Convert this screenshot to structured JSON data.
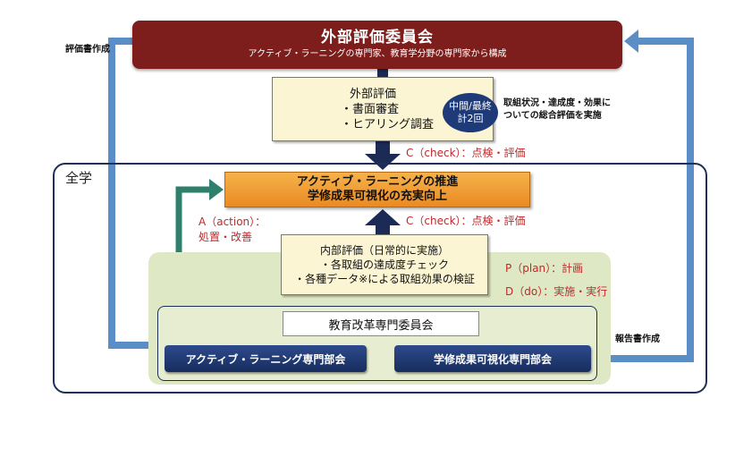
{
  "external_committee": {
    "title": "外部評価委員会",
    "subtitle": "アクティブ・ラーニングの専門家、教育学分野の専門家から構成"
  },
  "external_evaluation": {
    "title": "外部評価",
    "items": [
      "・書面審査",
      "・ヒアリング調査"
    ]
  },
  "mid_final_badge": {
    "line1": "中間/最終",
    "line2": "計2回"
  },
  "overall_eval_note": {
    "line1": "取組状況・達成度・効果に",
    "line2": "ついての総合評価を実施"
  },
  "evaluation_report_label": "評価書作成",
  "report_label": "報告書作成",
  "check_label_top": "C（check）：点検・評価",
  "check_label_mid": "C（check）：点検・評価",
  "whole_university_label": "全学",
  "goal_box": {
    "line1": "アクティブ・ラーニングの推進",
    "line2": "学修成果可視化の充実向上"
  },
  "action_label": {
    "line1": "A（action）：",
    "line2": "処置・改善"
  },
  "internal_evaluation": {
    "title": "内部評価（日常的に実施）",
    "items": [
      "・各取組の達成度チェック",
      "・各種データ※による取組効果の検証"
    ]
  },
  "plan_label": "P（plan）：計画",
  "do_label": "D（do）：実施・実行",
  "committee": {
    "name": "教育改革専門委員会",
    "subcommittees": [
      "アクティブ・ラーニング専門部会",
      "学修成果可視化専門部会"
    ]
  },
  "colors": {
    "external_committee": "#7d1e1c",
    "goal_orange": "#ea8a23",
    "navy": "#1e3a78",
    "arrow_blue": "#5b8ec6",
    "arrow_green": "#2e7f6b",
    "label_red": "#c0282a",
    "green_area": "#dfe8c5"
  }
}
